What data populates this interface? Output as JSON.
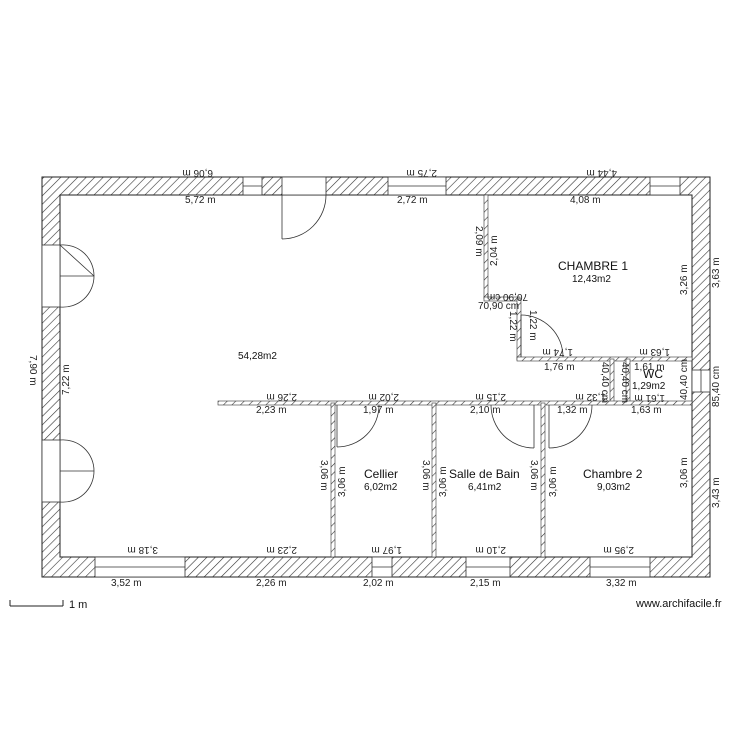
{
  "rooms": {
    "main": {
      "area": "54,28m2"
    },
    "chambre1": {
      "name": "CHAMBRE 1",
      "area": "12,43m2"
    },
    "wc": {
      "name": "WC",
      "area": "1,29m2"
    },
    "cellier": {
      "name": "Cellier",
      "area": "6,02m2"
    },
    "sdb": {
      "name": "Salle de Bain",
      "area": "6,41m2"
    },
    "chambre2": {
      "name": "Chambre 2",
      "area": "9,03m2"
    }
  },
  "dims": {
    "top_ext_1": "6,06 m",
    "top_ext_2": "2,75 m",
    "top_ext_3": "4,44 m",
    "top_int_1": "5,72 m",
    "top_int_2": "2,72 m",
    "top_int_3": "4,08 m",
    "left_ext": "7,90 m",
    "left_int": "7,22 m",
    "right_ext_top": "3,63 m",
    "right_ext_mid": "85,40 cm",
    "right_ext_bot": "3,43 m",
    "right_int_top": "3,26 m",
    "right_int_bot": "3,06 m",
    "corr_v1": "2,09 m",
    "corr_v2": "2,04 m",
    "corr_h1": "70,90 cm",
    "corr_h2": "70,90 cm",
    "corr_v3": "1,22 m",
    "corr_v4": "1,22 m",
    "ch1_bottom_a": "1,74 m",
    "ch1_bottom_b": "1,76 m",
    "wc_top_a": "1,63 m",
    "wc_top_b": "1,61 m",
    "wc_bot_a": "1,61 m",
    "wc_bot_b": "1,63 m",
    "wc_left_a": "40,40 cm",
    "wc_left_b": "40,40 cm",
    "wc_right": "40,40 cm",
    "partition_a1": "2,26 m",
    "partition_a2": "2,23 m",
    "partition_b1": "2,02 m",
    "partition_b2": "1,97 m",
    "partition_c1": "2,15 m",
    "partition_c2": "2,10 m",
    "partition_d1": "1,32 m",
    "partition_d2": "1,32 m",
    "v_cellier_l1": "3,06 m",
    "v_cellier_l2": "3,06 m",
    "v_sdb_l1": "3,06 m",
    "v_sdb_l2": "3,06 m",
    "v_ch2_l1": "3,06 m",
    "v_ch2_l2": "3,06 m",
    "bot_int_1": "3,18 m",
    "bot_int_2": "2,23 m",
    "bot_int_3": "1,97 m",
    "bot_int_4": "2,10 m",
    "bot_int_5": "2,95 m",
    "bot_ext_1": "3,52 m",
    "bot_ext_2": "2,26 m",
    "bot_ext_3": "2,02 m",
    "bot_ext_4": "2,15 m",
    "bot_ext_5": "3,32 m"
  },
  "scale": {
    "label": "1 m"
  },
  "watermark": "www.archifacile.fr"
}
